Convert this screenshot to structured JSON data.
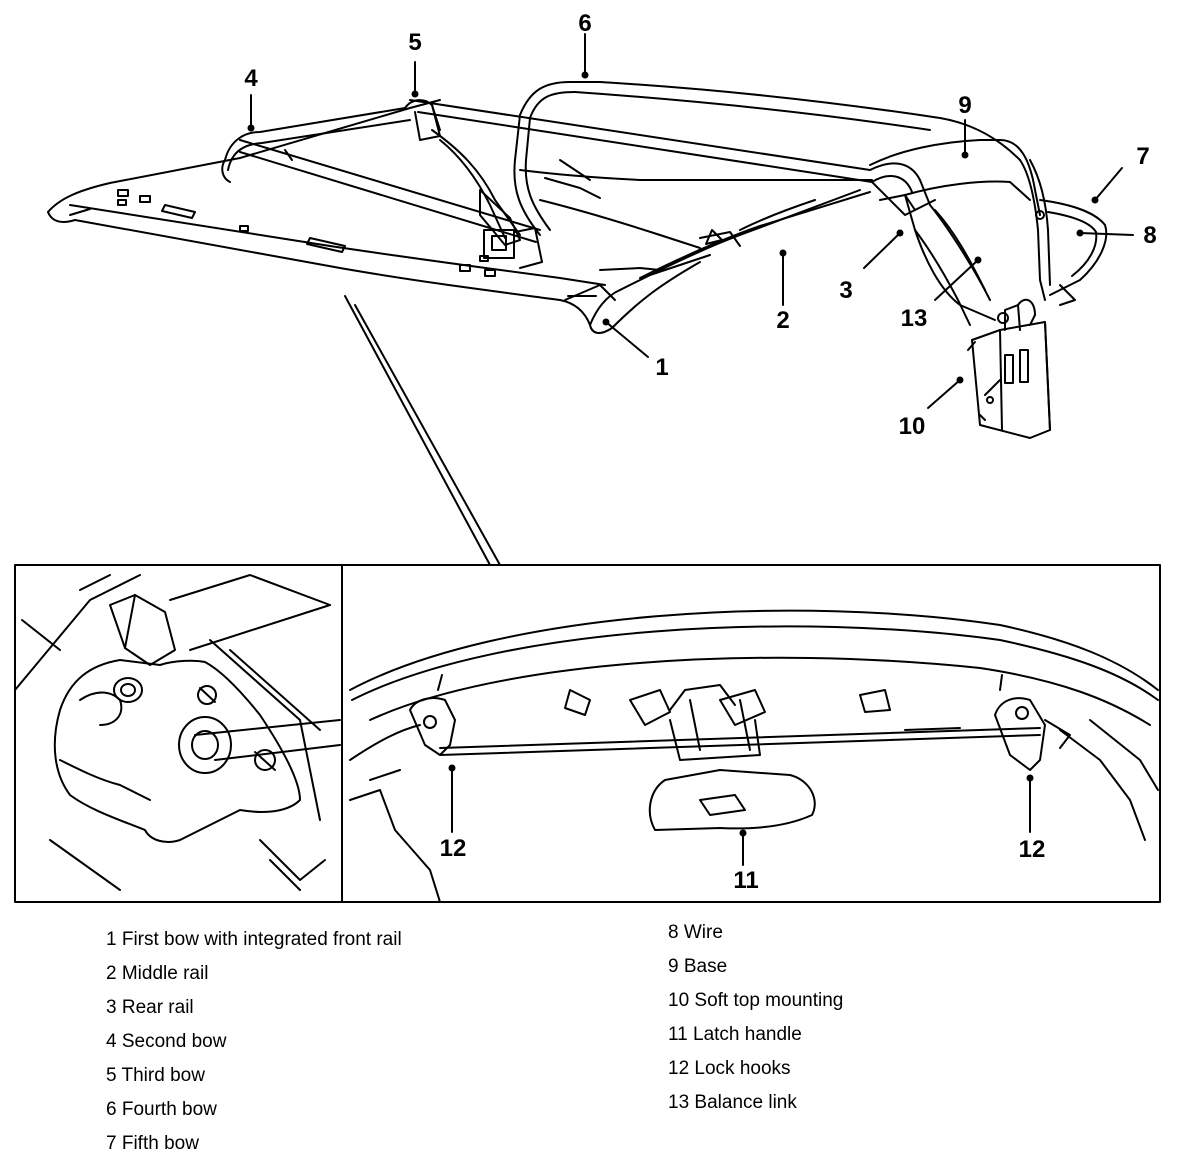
{
  "callouts": {
    "c1": "1",
    "c2": "2",
    "c3": "3",
    "c4": "4",
    "c5": "5",
    "c6": "6",
    "c7": "7",
    "c8": "8",
    "c9": "9",
    "c10": "10",
    "c11": "11",
    "c12a": "12",
    "c12b": "12",
    "c13": "13"
  },
  "legend": {
    "left": [
      "1 First bow with integrated front rail",
      "2 Middle rail",
      "3 Rear rail",
      "4 Second bow",
      "5 Third bow",
      "6 Fourth bow",
      "7 Fifth bow"
    ],
    "right": [
      "8 Wire",
      "9 Base",
      "10 Soft top mounting",
      "11 Latch handle",
      "12 Lock hooks",
      "13 Balance link"
    ]
  }
}
